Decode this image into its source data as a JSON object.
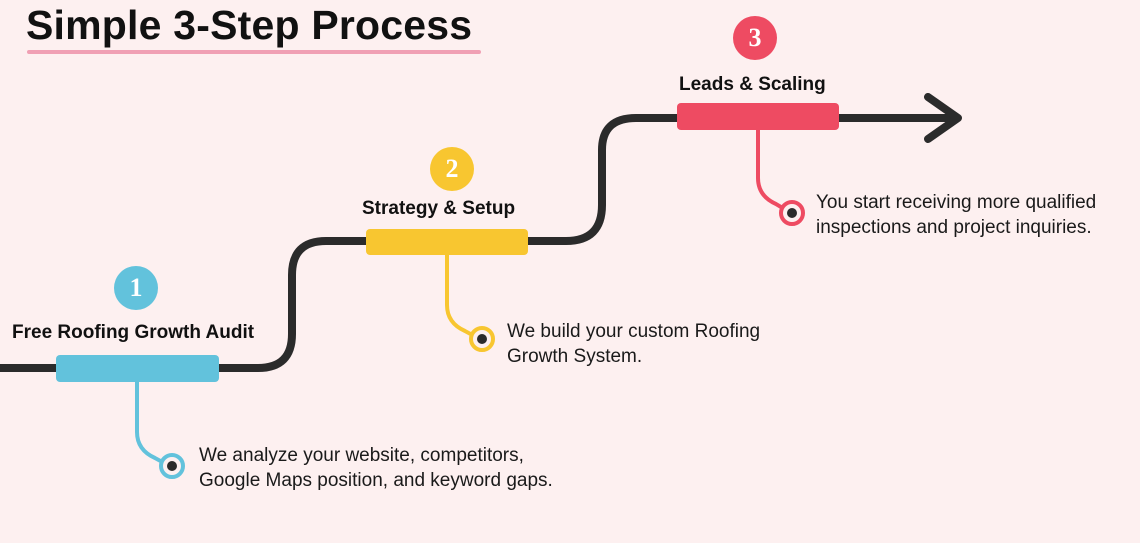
{
  "title": "Simple 3-Step Process",
  "colors": {
    "background": "#fdf0f0",
    "path": "#2b2b2b",
    "underline": "#f0a0b4",
    "step1": "#62c2dc",
    "step2": "#f8c630",
    "step3": "#ee4b62",
    "dot": "#2b2b2b"
  },
  "steps": [
    {
      "number": "1",
      "title": "Free Roofing Growth Audit",
      "description_lines": [
        "We analyze your website, competitors,",
        "Google Maps position, and keyword gaps."
      ]
    },
    {
      "number": "2",
      "title": "Strategy & Setup",
      "description_lines": [
        "We build your custom Roofing",
        "Growth System."
      ]
    },
    {
      "number": "3",
      "title": "Leads & Scaling",
      "description_lines": [
        "You start receiving more qualified",
        "inspections and project inquiries."
      ]
    }
  ],
  "icons": {
    "path_end": "arrow-right-icon",
    "connector_end": "bullet-dot-icon"
  }
}
